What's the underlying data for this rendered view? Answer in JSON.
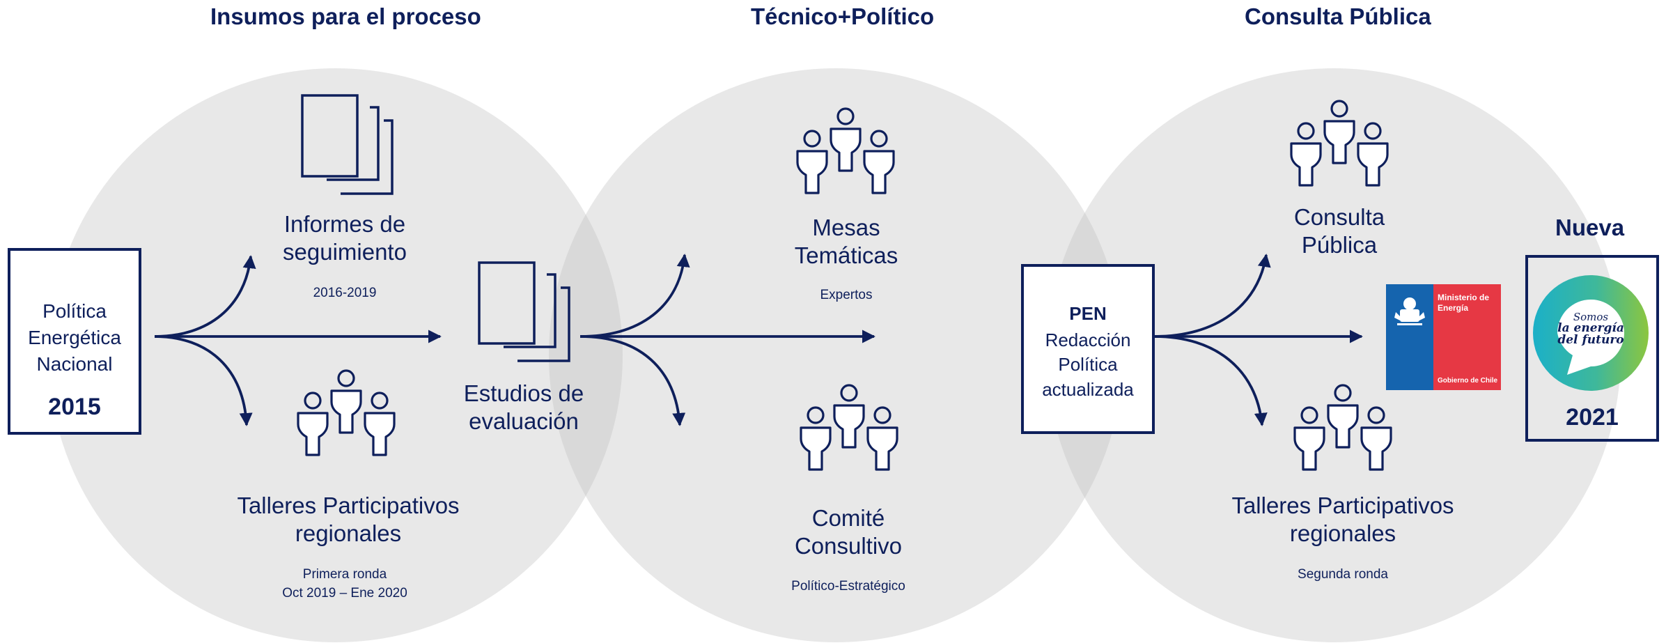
{
  "colors": {
    "primary": "#0e1f5b",
    "circle": "#e8e8e8",
    "overlap": "#d9d9d9",
    "gov_blue": "#1564ae",
    "gov_red": "#e63844"
  },
  "headers": {
    "insumos": "Insumos para el proceso",
    "tecnico": "Técnico+Político",
    "consulta": "Consulta Pública",
    "nueva": "Nueva"
  },
  "start_box": {
    "line1": "Política",
    "line2": "Energética",
    "line3": "Nacional",
    "year": "2015"
  },
  "informes": {
    "line1": "Informes de",
    "line2": "seguimiento",
    "sub": "2016-2019",
    "icon": "documents-icon"
  },
  "talleres1": {
    "line1": "Talleres Participativos",
    "line2": "regionales",
    "sub1": "Primera ronda",
    "sub2": "Oct 2019 – Ene 2020",
    "icon": "people-icon"
  },
  "estudios": {
    "line1": "Estudios de",
    "line2": "evaluación",
    "icon": "documents-icon"
  },
  "mesas": {
    "line1": "Mesas",
    "line2": "Temáticas",
    "sub": "Expertos",
    "icon": "people-icon"
  },
  "comite": {
    "line1": "Comité",
    "line2": "Consultivo",
    "sub": "Político-Estratégico",
    "icon": "people-icon"
  },
  "pen_box": {
    "title": "PEN",
    "line1": "Redacción",
    "line2": "Política",
    "line3": "actualizada"
  },
  "consulta": {
    "line1": "Consulta",
    "line2": "Pública",
    "icon": "people-icon"
  },
  "talleres2": {
    "line1": "Talleres Participativos",
    "line2": "regionales",
    "sub": "Segunda ronda",
    "icon": "people-icon"
  },
  "ministerio": {
    "line1": "Ministerio de",
    "line2": "Energía",
    "footer": "Gobierno de Chile",
    "icon": "coat-of-arms-icon"
  },
  "end_box": {
    "logo_line1": "Somos",
    "logo_line2": "la energía",
    "logo_line3": "del futuro",
    "year": "2021",
    "icon": "speech-bubble-logo-icon"
  }
}
